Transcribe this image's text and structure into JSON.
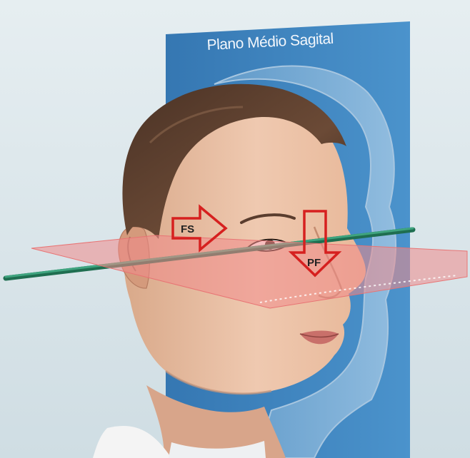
{
  "plane_label": "Plano Médio Sagital",
  "arrows": {
    "fs_label": "FS",
    "pf_label": "PF"
  },
  "colors": {
    "background": "#d8e3e8",
    "sagittal_plane": "#3f86c2",
    "frankfort_plane": "#f08a8a",
    "axis_rod": "#2d8a66",
    "arrow_outline": "#d6201f"
  }
}
